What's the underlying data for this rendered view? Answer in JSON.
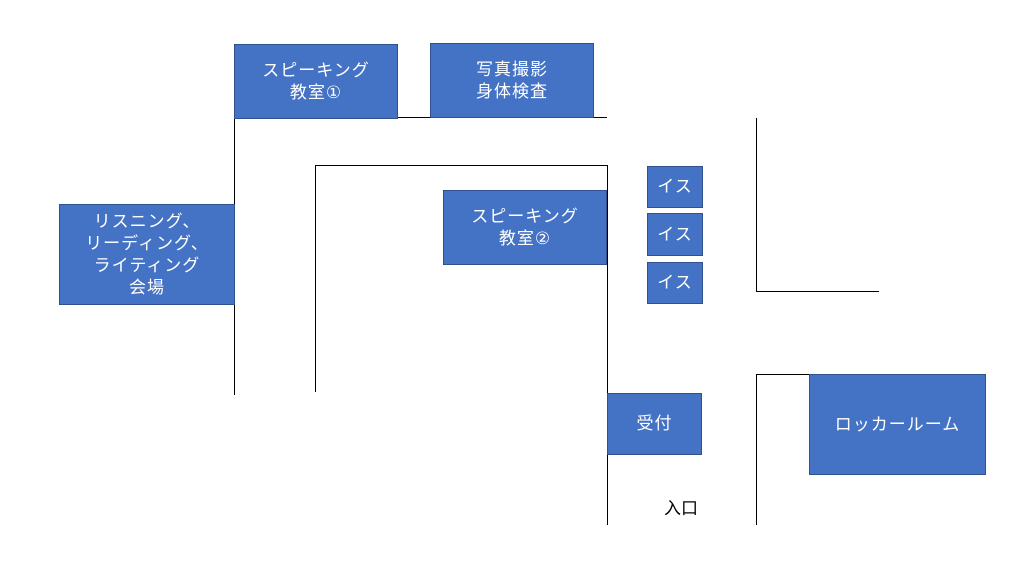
{
  "colors": {
    "room_fill": "#4472c4",
    "room_border": "#2f528f",
    "wall": "#000000",
    "text": "#ffffff"
  },
  "rooms": {
    "speaking1": "スピーキング\n教室①",
    "photo": "写真撮影\n身体検査",
    "lrw": "リスニング、\nリーディング、\nライティング\n会場",
    "speaking2": "スピーキング\n教室②",
    "chair1": "イス",
    "chair2": "イス",
    "chair3": "イス",
    "reception": "受付",
    "locker": "ロッカールーム"
  },
  "labels": {
    "entrance": "入口"
  }
}
